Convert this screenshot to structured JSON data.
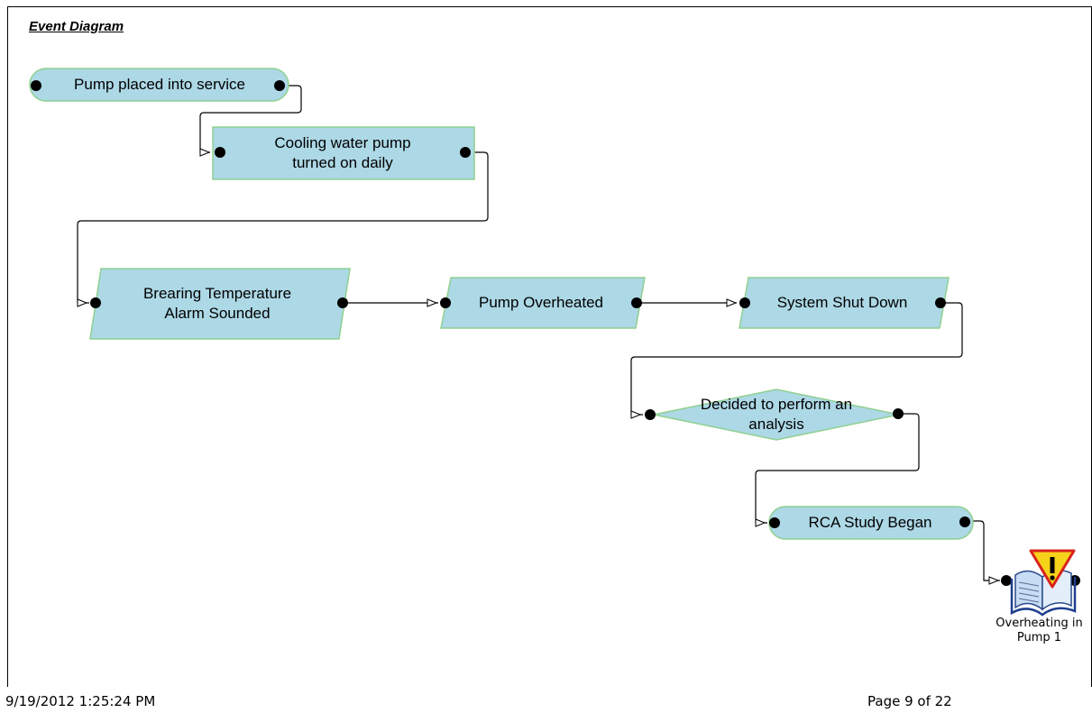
{
  "diagram_title": "Event Diagram",
  "colors": {
    "node_fill": "#add8e6",
    "node_stroke": "#8fd08f",
    "connector": "#000000",
    "warning_yellow": "#f7d21a",
    "warning_red": "#d8231c"
  },
  "nodes": [
    {
      "id": "pump-placed",
      "shape": "rounded",
      "label": "Pump placed into service"
    },
    {
      "id": "cooling-water",
      "shape": "rectangle",
      "label": "Cooling water pump\nturned on daily"
    },
    {
      "id": "bearing-alarm",
      "shape": "parallelogram",
      "label": "Brearing Temperature\nAlarm Sounded"
    },
    {
      "id": "pump-overheated",
      "shape": "parallelogram",
      "label": "Pump Overheated"
    },
    {
      "id": "system-shutdown",
      "shape": "parallelogram",
      "label": "System Shut Down"
    },
    {
      "id": "decided-analysis",
      "shape": "diamond",
      "label": "Decided to perform an\nanalysis"
    },
    {
      "id": "rca-study",
      "shape": "rounded",
      "label": "RCA Study Began"
    },
    {
      "id": "overheating-pump1",
      "shape": "icon",
      "icon": "warning-book-icon",
      "label": "Overheating in\nPump 1"
    }
  ],
  "footer": {
    "timestamp": "9/19/2012 1:25:24 PM",
    "page": "Page 9 of 22"
  }
}
